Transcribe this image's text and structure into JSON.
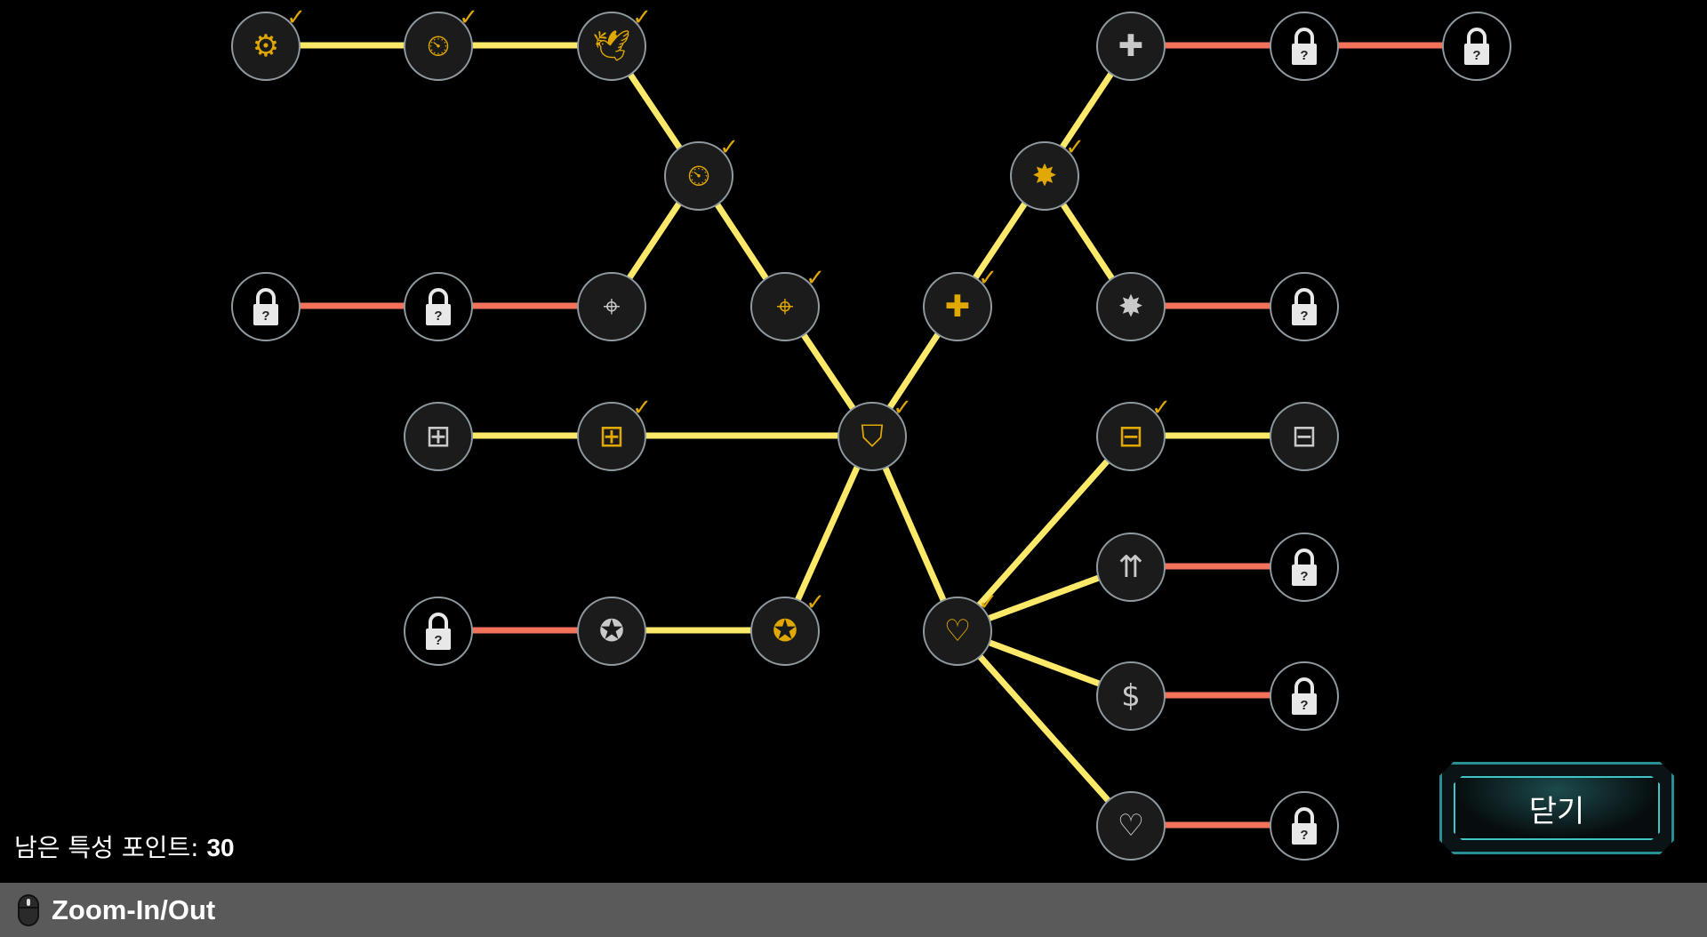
{
  "colors": {
    "active_line": "#fce96a",
    "locked_line": "#f2735a",
    "active_icon": "#e0a800",
    "accent": "#3fc4c8"
  },
  "nodes": [
    {
      "id": 1,
      "icon": "gear-icon",
      "glyph": "⚙",
      "state": "active"
    },
    {
      "id": 2,
      "icon": "gun-speed-icon",
      "glyph": "⏲",
      "state": "active"
    },
    {
      "id": 3,
      "icon": "bird-arrow-icon",
      "glyph": "🕊",
      "state": "active"
    },
    {
      "id": 4,
      "icon": "gun-speed-icon",
      "glyph": "⏲",
      "state": "active"
    },
    {
      "id": 5,
      "icon": "lock-icon",
      "state": "locked"
    },
    {
      "id": 6,
      "icon": "lock-icon",
      "state": "locked"
    },
    {
      "id": 7,
      "icon": "shield-target-icon",
      "glyph": "⌖",
      "state": "available"
    },
    {
      "id": 8,
      "icon": "shield-target-icon",
      "glyph": "⌖",
      "state": "active"
    },
    {
      "id": 9,
      "icon": "square-plus-icon",
      "glyph": "⊞",
      "state": "available"
    },
    {
      "id": 10,
      "icon": "square-plus-icon",
      "glyph": "⊞",
      "state": "active"
    },
    {
      "id": 11,
      "icon": "shield-icon",
      "glyph": "⛉",
      "state": "active"
    },
    {
      "id": 12,
      "icon": "lock-icon",
      "state": "locked"
    },
    {
      "id": 13,
      "icon": "star-gear-icon",
      "glyph": "✪",
      "state": "available"
    },
    {
      "id": 14,
      "icon": "star-gear-icon",
      "glyph": "✪",
      "state": "active"
    },
    {
      "id": 15,
      "icon": "medical-heart-icon",
      "glyph": "✚",
      "state": "active"
    },
    {
      "id": 16,
      "icon": "gun-burst-icon",
      "glyph": "✸",
      "state": "active"
    },
    {
      "id": 17,
      "icon": "medical-heart-icon",
      "glyph": "✚",
      "state": "available"
    },
    {
      "id": 18,
      "icon": "lock-icon",
      "state": "locked"
    },
    {
      "id": 19,
      "icon": "lock-icon",
      "state": "locked"
    },
    {
      "id": 20,
      "icon": "gun-burst-icon",
      "glyph": "✸",
      "state": "available"
    },
    {
      "id": 21,
      "icon": "lock-icon",
      "state": "locked"
    },
    {
      "id": 22,
      "icon": "heart-plus-icon",
      "glyph": "♡",
      "state": "active"
    },
    {
      "id": 23,
      "icon": "chest-icon",
      "glyph": "⊟",
      "state": "active"
    },
    {
      "id": 24,
      "icon": "chest-icon",
      "glyph": "⊟",
      "state": "available"
    },
    {
      "id": 25,
      "icon": "chest-upgrade-icon",
      "glyph": "⇈",
      "state": "available"
    },
    {
      "id": 26,
      "icon": "lock-icon",
      "state": "locked"
    },
    {
      "id": 27,
      "icon": "coins-icon",
      "glyph": "$",
      "state": "available"
    },
    {
      "id": 28,
      "icon": "lock-icon",
      "state": "locked"
    },
    {
      "id": 29,
      "icon": "heart-plus-icon",
      "glyph": "♡",
      "state": "available"
    },
    {
      "id": 30,
      "icon": "lock-icon",
      "state": "locked"
    }
  ],
  "edges": [
    [
      1,
      2,
      "active"
    ],
    [
      2,
      3,
      "active"
    ],
    [
      3,
      4,
      "active"
    ],
    [
      4,
      7,
      "active"
    ],
    [
      4,
      8,
      "active"
    ],
    [
      8,
      11,
      "active"
    ],
    [
      9,
      10,
      "active"
    ],
    [
      10,
      11,
      "active"
    ],
    [
      13,
      14,
      "active"
    ],
    [
      14,
      11,
      "active"
    ],
    [
      11,
      15,
      "active"
    ],
    [
      15,
      16,
      "active"
    ],
    [
      16,
      17,
      "active"
    ],
    [
      16,
      20,
      "active"
    ],
    [
      11,
      22,
      "active"
    ],
    [
      22,
      23,
      "active"
    ],
    [
      23,
      24,
      "active"
    ],
    [
      22,
      25,
      "active"
    ],
    [
      22,
      27,
      "active"
    ],
    [
      22,
      29,
      "active"
    ],
    [
      5,
      6,
      "locked"
    ],
    [
      6,
      7,
      "locked"
    ],
    [
      17,
      18,
      "locked"
    ],
    [
      18,
      19,
      "locked"
    ],
    [
      20,
      21,
      "locked"
    ],
    [
      12,
      13,
      "locked"
    ],
    [
      25,
      26,
      "locked"
    ],
    [
      27,
      28,
      "locked"
    ],
    [
      29,
      30,
      "locked"
    ]
  ],
  "lock_mark": "?",
  "check_mark": "✓",
  "points": {
    "label": "남은 특성 포인트: ",
    "value": "30"
  },
  "close_button": "닫기",
  "bottom_bar": {
    "label": "Zoom-In/Out"
  }
}
